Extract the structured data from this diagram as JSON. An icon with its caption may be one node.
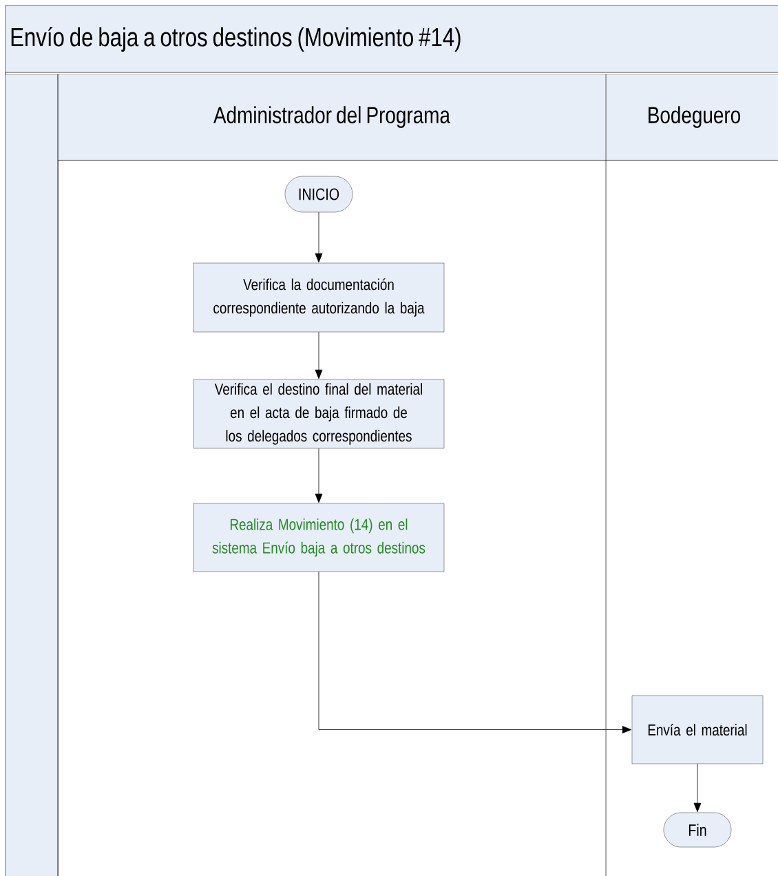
{
  "diagram": {
    "title": "Envío de baja a otros destinos (Movimiento #14)",
    "nodes": [
      {
        "text": [
          "Administrador del Programa"
        ]
      },
      {
        "text": [
          "Bodeguero"
        ]
      },
      {
        "text": [
          "INICIO"
        ],
        "in": 0
      },
      {
        "text": [
          "Verifica la documentación correspondiente autorizando la baja"
        ],
        "in": 0
      },
      {
        "text": [
          "Verifica el destino final del material en el acta de baja firmado de los delegados correspondientes"
        ],
        "in": 0
      },
      {
        "text": [
          "Realiza Movimiento (14) en el sistema Envío baja a otros destinos"
        ],
        "in": 0
      },
      {
        "text": [
          "Envía el material"
        ],
        "in": 1
      },
      {
        "text": [
          "Fin"
        ],
        "in": 1
      }
    ],
    "edges": [
      {
        "from": 2,
        "to": 3,
        "arrow": "to"
      },
      {
        "from": 3,
        "to": 4,
        "arrow": "to"
      },
      {
        "from": 4,
        "to": 5,
        "arrow": "to"
      },
      {
        "from": 5,
        "to": 6,
        "arrow": "to"
      },
      {
        "from": 6,
        "to": 7,
        "arrow": "to"
      }
    ]
  }
}
